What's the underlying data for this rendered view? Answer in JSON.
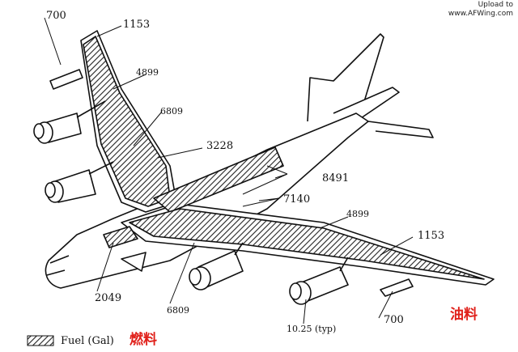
{
  "watermark": {
    "line1": "Upload to",
    "line2": "www.AFWing.com"
  },
  "labels": {
    "l700_top": "700",
    "l1153_top": "1153",
    "l4899_left": "4899",
    "l6809_left": "6809",
    "l3228": "3228",
    "l8491": "8491",
    "l7140": "7140",
    "l4899_right": "4899",
    "l1153_right": "1153",
    "l2049": "2049",
    "l6809_bottom": "6809",
    "l10_25": "10.25 (typ)",
    "l700_bottom": "700"
  },
  "legend": {
    "text": "Fuel (Gal)",
    "cn_fuel": "燃料"
  },
  "cn_oil": "油料",
  "colors": {
    "ink": "#111111",
    "accent": "#e0201a"
  }
}
